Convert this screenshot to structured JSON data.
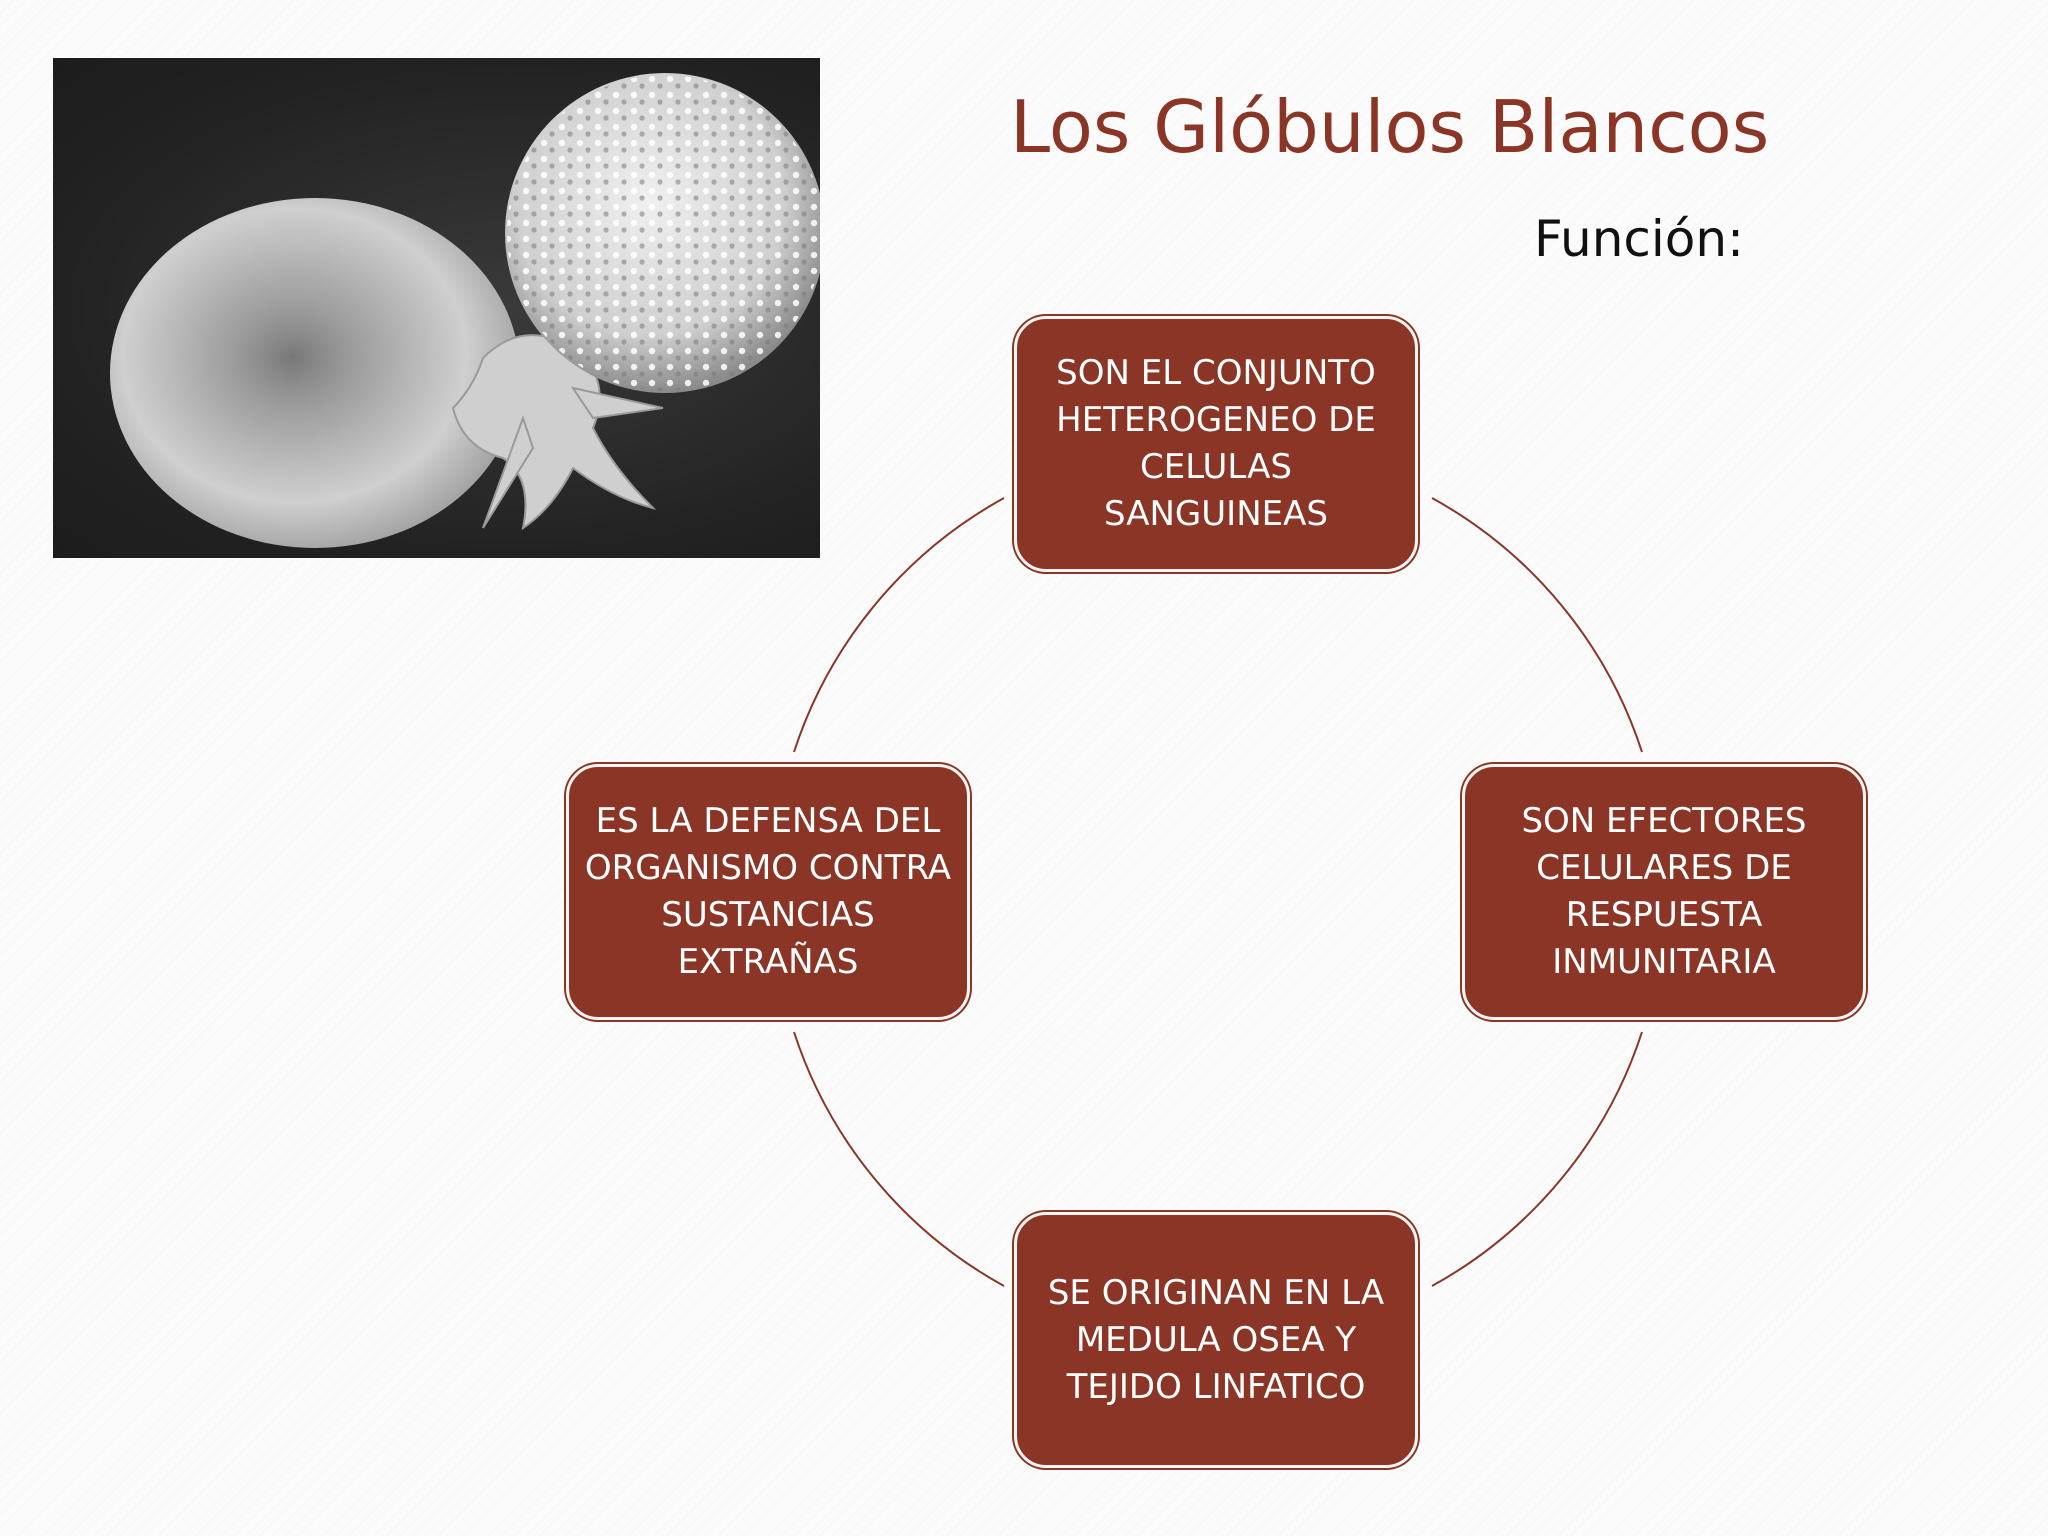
{
  "title": "Los Glóbulos Blancos",
  "subtitle": "Función:",
  "colors": {
    "accent": "#8b3526",
    "node_text": "#ffffff",
    "subtitle": "#111111"
  },
  "diagram": {
    "type": "cycle",
    "nodes": [
      {
        "id": "top",
        "text": "SON EL CONJUNTO\nHETEROGENEO DE\nCELULAS SANGUINEAS"
      },
      {
        "id": "right",
        "text": "SON EFECTORES\nCELULARES DE\nRESPUESTA\nINMUNITARIA"
      },
      {
        "id": "bottom",
        "text": "SE ORIGINAN EN LA\nMEDULA OSEA Y\nTEJIDO LINFATICO"
      },
      {
        "id": "left",
        "text": "ES LA DEFENSA DEL\nORGANISMO CONTRA\nSUSTANCIAS\nEXTRAÑAS"
      }
    ]
  }
}
